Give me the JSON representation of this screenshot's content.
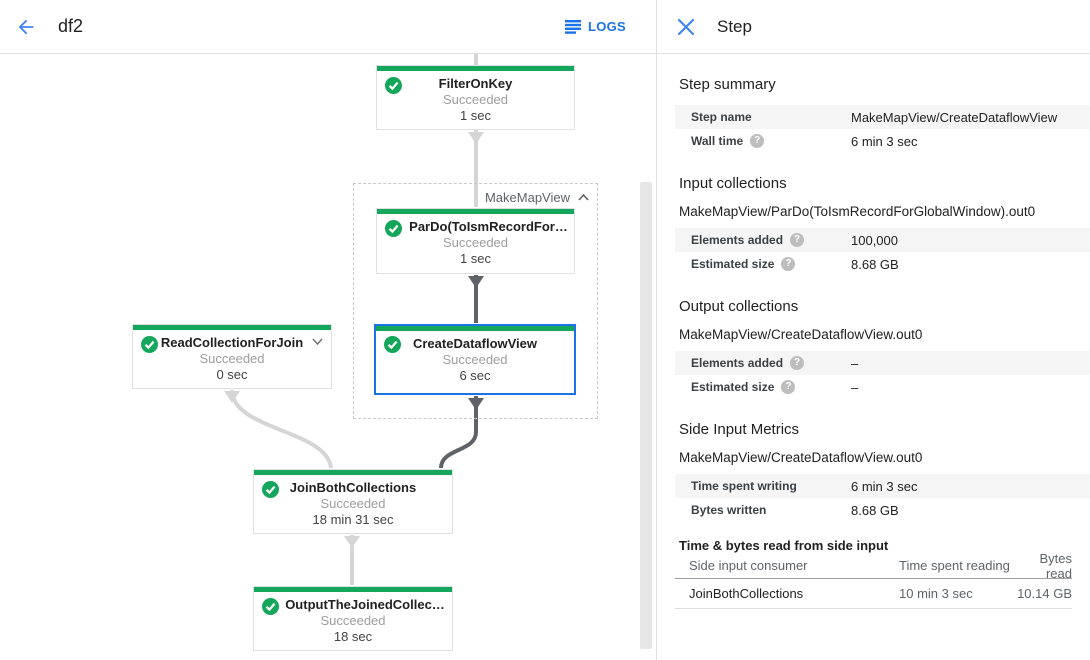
{
  "colors": {
    "succeeded_green": "#14a65a",
    "selection_blue": "#1a73e8",
    "header_icon_blue": "#4285f4",
    "connector_light": "#d5d5d5",
    "connector_dark": "#5f6368"
  },
  "header": {
    "title": "df2",
    "logs_label": "LOGS"
  },
  "graph": {
    "group_label": "MakeMapView",
    "nodes": [
      {
        "title": "FilterOnKey",
        "status": "Succeeded",
        "time": "1 sec"
      },
      {
        "title": "ParDo(ToIsmRecordFor…",
        "status": "Succeeded",
        "time": "1 sec"
      },
      {
        "title": "CreateDataflowView",
        "status": "Succeeded",
        "time": "6 sec",
        "selected": true
      },
      {
        "title": "ReadCollectionForJoin",
        "status": "Succeeded",
        "time": "0 sec"
      },
      {
        "title": "JoinBothCollections",
        "status": "Succeeded",
        "time": "18 min 31 sec"
      },
      {
        "title": "OutputTheJoinedCollec…",
        "status": "Succeeded",
        "time": "18 sec"
      }
    ]
  },
  "panel": {
    "title": "Step",
    "step_summary": {
      "heading": "Step summary",
      "rows": [
        {
          "label": "Step name",
          "value": "MakeMapView/CreateDataflowView"
        },
        {
          "label": "Wall time",
          "value": "6 min 3 sec"
        }
      ]
    },
    "input_collections": {
      "heading": "Input collections",
      "collection": "MakeMapView/ParDo(ToIsmRecordForGlobalWindow).out0",
      "rows": [
        {
          "label": "Elements added",
          "value": "100,000"
        },
        {
          "label": "Estimated size",
          "value": "8.68 GB"
        }
      ]
    },
    "output_collections": {
      "heading": "Output collections",
      "collection": "MakeMapView/CreateDataflowView.out0",
      "rows": [
        {
          "label": "Elements added",
          "value": "–"
        },
        {
          "label": "Estimated size",
          "value": "–"
        }
      ]
    },
    "side_input_metrics": {
      "heading": "Side Input Metrics",
      "collection": "MakeMapView/CreateDataflowView.out0",
      "rows": [
        {
          "label": "Time spent writing",
          "value": "6 min 3 sec"
        },
        {
          "label": "Bytes written",
          "value": "8.68 GB"
        }
      ]
    },
    "side_input_table": {
      "heading": "Time & bytes read from side input",
      "columns": [
        "Side input consumer",
        "Time spent reading",
        "Bytes read"
      ],
      "rows": [
        [
          "JoinBothCollections",
          "10 min 3 sec",
          "10.14 GB"
        ]
      ]
    }
  }
}
